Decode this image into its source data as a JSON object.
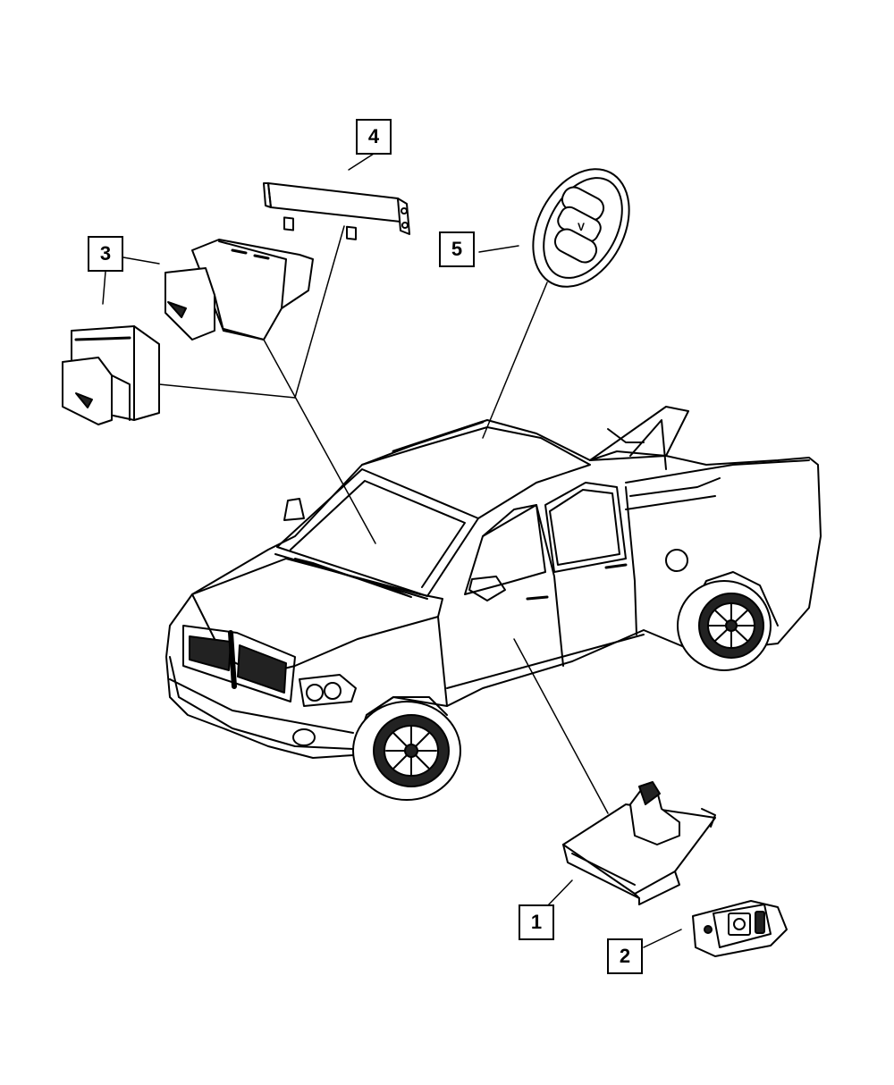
{
  "callouts": [
    {
      "id": "1",
      "label": "1"
    },
    {
      "id": "2",
      "label": "2"
    },
    {
      "id": "3",
      "label": "3"
    },
    {
      "id": "4",
      "label": "4"
    },
    {
      "id": "5",
      "label": "5"
    }
  ],
  "modules": {
    "remote_switch_buttons": [
      "V"
    ]
  },
  "colors": {
    "line": "#000000",
    "background": "#ffffff",
    "fill_dark": "#222222",
    "fill_light": "#f5f5f5"
  }
}
